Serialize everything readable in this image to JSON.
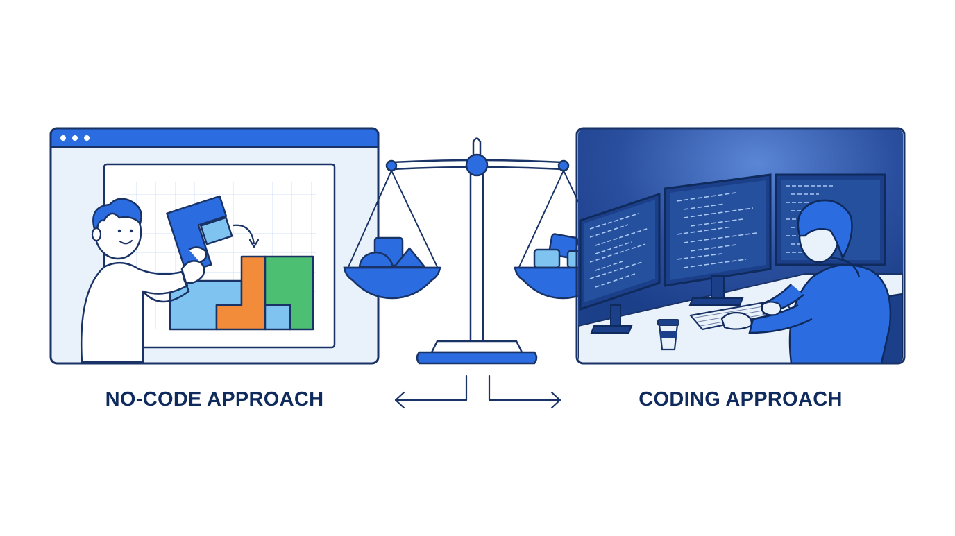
{
  "captions": {
    "left": "NO-CODE APPROACH",
    "right": "CODING APPROACH"
  },
  "colors": {
    "navy": "#0f2a5c",
    "outline": "#1a3366",
    "primary_blue": "#2b6de0",
    "light_blue": "#7fc4f0",
    "pale_blue": "#e9f1fb",
    "orange": "#f28b3a",
    "green": "#4cbf72",
    "dark_scene": "#1c3f8a"
  },
  "icons": {
    "left_panel": "no-code-builder-illustration",
    "center": "balance-scale-icon",
    "right_panel": "developer-at-monitors-illustration",
    "arrows": "left-right-arrows-icon"
  }
}
